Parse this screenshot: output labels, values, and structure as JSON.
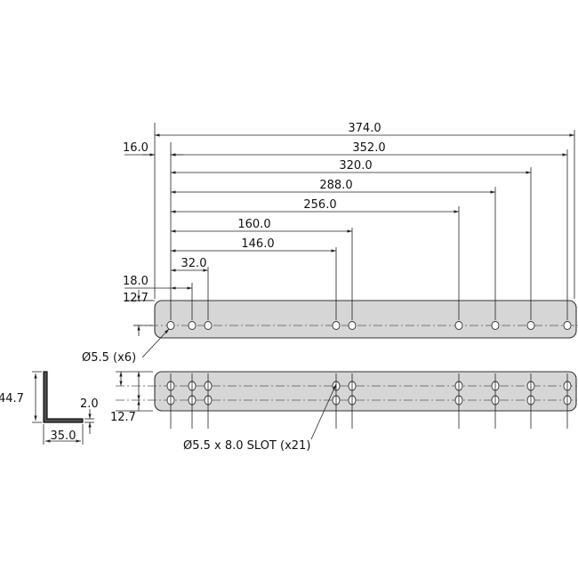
{
  "drawing": {
    "overall_dims": [
      "374.0",
      "352.0",
      "320.0",
      "288.0",
      "256.0",
      "160.0",
      "146.0",
      "32.0"
    ],
    "left_offsets": [
      "16.0",
      "18.0",
      "12.7"
    ],
    "lower_offset": "12.7",
    "hole_callout": "Ø5.5 (x6)",
    "slot_callout": "Ø5.5 x 8.0 SLOT (x21)",
    "angle_profile": {
      "height": "44.7",
      "width": "35.0",
      "thickness": "2.0"
    },
    "colors": {
      "plate_fill": "#d6d6d6",
      "line": "#222222",
      "profile_fill": "#4e4e4e"
    }
  }
}
